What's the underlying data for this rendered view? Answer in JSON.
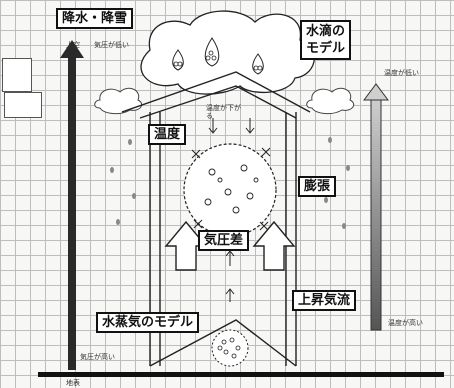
{
  "labels": {
    "precipitation": "降水・降雪",
    "droplet_model": "水滴の\nモデル",
    "temperature": "温度",
    "expansion": "膨張",
    "pressure_difference": "気圧差",
    "updraft": "上昇気流",
    "vapor_model": "水蒸気のモデル"
  },
  "handwritten": {
    "upper_air": "上空",
    "upper_pressure": "気圧が低い",
    "ground_pressure": "気圧が高い",
    "ground": "地表",
    "temp_low": "温度が低い",
    "temp_high": "温度が高い",
    "temp_drop": "温度が下がる"
  },
  "colors": {
    "pressure_arrow": "#111111",
    "temp_arrow_dark": "#555555",
    "temp_arrow_light": "#cfcfcf",
    "cloud_fill": "#ffffff",
    "grid": "#bdbdbd"
  }
}
